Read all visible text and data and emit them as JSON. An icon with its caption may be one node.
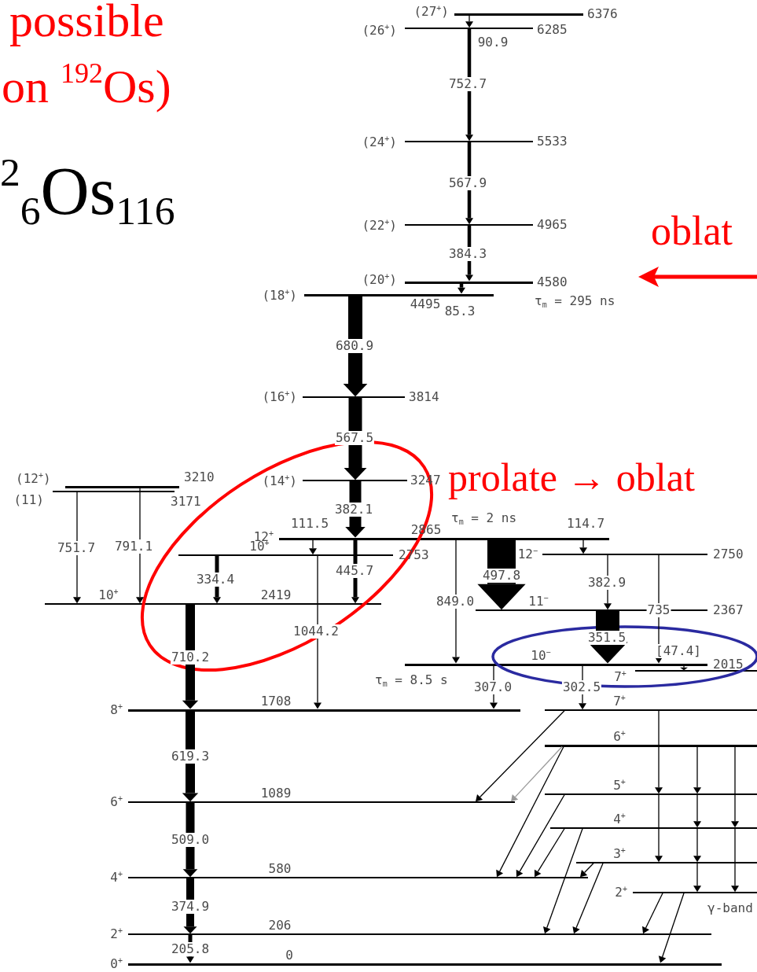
{
  "diagram": {
    "nodes": [
      {
        "text": [],
        "shape": "bar",
        "beside": [
          "(27$^{+}$)",
          "6376"
        ]
      },
      {
        "text": [],
        "shape": "bar",
        "beside": [
          "(26$^{+}$)",
          "6285"
        ]
      },
      {
        "text": [],
        "shape": "bar",
        "beside": [
          "(24$^{+}$)",
          "5533"
        ]
      },
      {
        "text": [],
        "shape": "bar",
        "beside": [
          "(22$^{+}$)",
          "4965"
        ]
      },
      {
        "text": [],
        "shape": "bar",
        "beside": [
          "(20$^{+}$)",
          "4580",
          "τ$_{m}$ = 295 ns"
        ]
      },
      {
        "text": [],
        "shape": "bar",
        "beside": [
          "(18$^{+}$)",
          "4495"
        ]
      },
      {
        "text": [],
        "shape": "bar",
        "beside": [
          "(16$^{+}$)",
          "3814"
        ]
      },
      {
        "text": [],
        "shape": "bar",
        "beside": [
          "(14$^{+}$)",
          "3247"
        ]
      },
      {
        "text": [],
        "shape": "bar",
        "beside": [
          "3210"
        ]
      },
      {
        "text": [],
        "shape": "bar",
        "beside": [
          "(11)",
          "3171"
        ]
      },
      {
        "text": [],
        "shape": "bar",
        "beside": [
          "12$^{+}$",
          "2865",
          "τ$_{m}$ = 2 ns"
        ]
      },
      {
        "text": [],
        "shape": "bar",
        "beside": [
          "10$^{+}$",
          "2753"
        ]
      },
      {
        "text": [],
        "shape": "bar",
        "beside": [
          "12$^{−}$",
          "2750"
        ]
      },
      {
        "text": [],
        "shape": "bar",
        "beside": [
          "10$^{+}$",
          "2419"
        ]
      },
      {
        "text": [],
        "shape": "bar",
        "beside": [
          "11$^{−}$",
          "2367"
        ]
      },
      {
        "text": [],
        "shape": "bar",
        "beside": [
          "10$^{−}$",
          "2015",
          "τ$_{m}$ = 8.5 s"
        ]
      },
      {
        "text": [],
        "shape": "bar",
        "beside": [
          "7$^{+}$"
        ]
      },
      {
        "text": [],
        "shape": "bar",
        "beside": [
          "8$^{+}$",
          "1708"
        ]
      },
      {
        "text": [],
        "shape": "bar",
        "beside": [
          "7$^{+}$"
        ]
      },
      {
        "text": [],
        "shape": "bar",
        "beside": [
          "6$^{+}$"
        ]
      },
      {
        "text": [],
        "shape": "bar",
        "beside": [
          "6$^{+}$",
          "1089"
        ]
      },
      {
        "text": [],
        "shape": "bar",
        "beside": [
          "5$^{+}$"
        ]
      },
      {
        "text": [],
        "shape": "bar",
        "beside": [
          "4$^{+}$"
        ]
      },
      {
        "text": [],
        "shape": "bar",
        "beside": [
          "3$^{+}$"
        ]
      },
      {
        "text": [],
        "shape": "bar",
        "beside": [
          "4$^{+}$",
          "580"
        ]
      },
      {
        "text": [],
        "shape": "bar",
        "beside": [
          "2$^{+}$"
        ]
      },
      {
        "text": [],
        "shape": "bar",
        "beside": [
          "2$^{+}$",
          "206"
        ]
      },
      {
        "text": [],
        "shape": "bar",
        "beside": [
          "0$^{+}$",
          "0"
        ]
      }
    ],
    "edges": [
      {
        "from": 0,
        "to": 1,
        "arrow": "to",
        "label": "90.9"
      },
      {
        "from": 1,
        "to": 2,
        "arrow": "to",
        "label": "752.7",
        "style": "thick"
      },
      {
        "from": 2,
        "to": 3,
        "arrow": "to",
        "label": "567.9",
        "style": "thick"
      },
      {
        "from": 3,
        "to": 4,
        "arrow": "to",
        "label": "384.3",
        "style": "thick"
      },
      {
        "from": 4,
        "to": 5,
        "arrow": "to",
        "label": "85.3",
        "style": "thick"
      },
      {
        "from": 5,
        "to": 6,
        "arrow": "to",
        "label": "680.9",
        "style": "thick"
      },
      {
        "from": 6,
        "to": 7,
        "arrow": "to",
        "label": "567.5",
        "style": "thick"
      },
      {
        "from": 7,
        "to": 10,
        "arrow": "to",
        "label": "382.1",
        "style": "thick"
      },
      {
        "from": 10,
        "to": 13,
        "arrow": "to",
        "label": "445.7",
        "style": "thick"
      },
      {
        "from": 10,
        "to": 11,
        "arrow": "to",
        "label": "111.5"
      },
      {
        "from": 11,
        "to": 13,
        "arrow": "to",
        "label": "334.4",
        "style": "thick"
      },
      {
        "from": 11,
        "to": 17,
        "arrow": "to",
        "label": "1044.2"
      },
      {
        "from": 8,
        "to": 13,
        "arrow": "to",
        "label": "791.1"
      },
      {
        "from": 9,
        "to": 13,
        "arrow": "to",
        "label": "751.7"
      },
      {
        "from": 13,
        "to": 17,
        "arrow": "to",
        "label": "710.2",
        "style": "thick"
      },
      {
        "from": 17,
        "to": 20,
        "arrow": "to",
        "label": "619.3",
        "style": "thick"
      },
      {
        "from": 20,
        "to": 24,
        "arrow": "to",
        "label": "509.0",
        "style": "thick"
      },
      {
        "from": 24,
        "to": 26,
        "arrow": "to",
        "label": "374.9",
        "style": "thick"
      },
      {
        "from": 26,
        "to": 27,
        "arrow": "to",
        "label": "205.8",
        "style": "thick"
      },
      {
        "from": 10,
        "to": 15,
        "arrow": "to",
        "label": "849.0"
      },
      {
        "from": 10,
        "to": 14,
        "arrow": "to",
        "label": "497.8",
        "style": "thick"
      },
      {
        "from": 10,
        "to": 12,
        "arrow": "to",
        "label": "114.7"
      },
      {
        "from": 12,
        "to": 14,
        "arrow": "to",
        "label": "382.9"
      },
      {
        "from": 12,
        "to": 15,
        "arrow": "to",
        "label": "735"
      },
      {
        "from": 14,
        "to": 15,
        "arrow": "to",
        "label": "351.5",
        "style": "thick"
      },
      {
        "from": 15,
        "to": 17,
        "arrow": "to",
        "label": "307.0"
      },
      {
        "from": 15,
        "to": 18,
        "arrow": "to",
        "label": "302.5"
      },
      {
        "from": 15,
        "to": 16,
        "arrow": "to",
        "label": "[47.4]"
      },
      {
        "from": 18,
        "to": 20,
        "arrow": "to"
      },
      {
        "from": 19,
        "to": 20,
        "arrow": "to",
        "color": "#999999"
      },
      {
        "from": 19,
        "to": 24,
        "arrow": "to"
      },
      {
        "from": 21,
        "to": 24,
        "arrow": "to"
      },
      {
        "from": 22,
        "to": 24,
        "arrow": "to"
      },
      {
        "from": 22,
        "to": 26,
        "arrow": "to"
      },
      {
        "from": 23,
        "to": 24,
        "arrow": "to"
      },
      {
        "from": 23,
        "to": 26,
        "arrow": "to"
      },
      {
        "from": 25,
        "to": 26,
        "arrow": "to"
      },
      {
        "from": 25,
        "to": 27,
        "arrow": "to"
      },
      {
        "from": 18,
        "to": 21,
        "arrow": "to"
      },
      {
        "from": 21,
        "to": 23,
        "arrow": "to"
      },
      {
        "from": 19,
        "to": 21,
        "arrow": "to"
      },
      {
        "from": 21,
        "to": 22,
        "arrow": "to"
      },
      {
        "from": 22,
        "to": 23,
        "arrow": "to"
      },
      {
        "from": 23,
        "to": 25,
        "arrow": "to"
      },
      {
        "from": 19,
        "to": 22,
        "arrow": "to"
      },
      {
        "from": 22,
        "to": 25,
        "arrow": "to"
      }
    ],
    "labels": [
      "possible",
      "on $^{192}$Os)",
      "$^{2}$$_{6}$Os$_{116}$",
      "oblat",
      "(12$^{+}$)",
      "prolate → oblat",
      "γ-band"
    ]
  }
}
